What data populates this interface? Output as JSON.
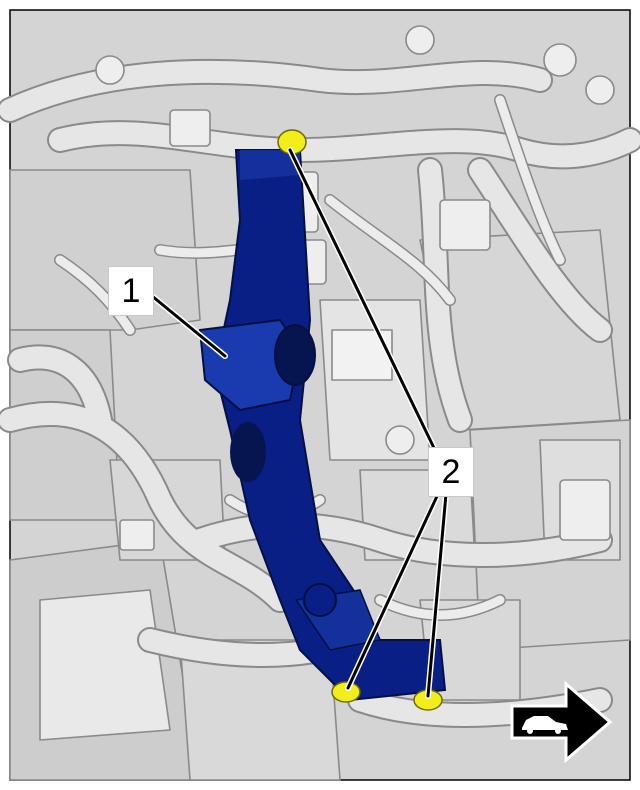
{
  "diagram": {
    "callouts": [
      {
        "id": "1",
        "label": "1",
        "meaning": "bracket"
      },
      {
        "id": "2",
        "label": "2",
        "meaning": "bolts"
      }
    ],
    "colors": {
      "background_engine": "#d2d2d2",
      "engine_line": "#8c8c8c",
      "bracket": "#0a1f86",
      "bracket_shadow": "#061450",
      "bolt": "#f2ee1a",
      "frame": "#000000"
    },
    "icons": [
      "direction-of-travel-arrow-icon",
      "car-silhouette-icon"
    ]
  }
}
